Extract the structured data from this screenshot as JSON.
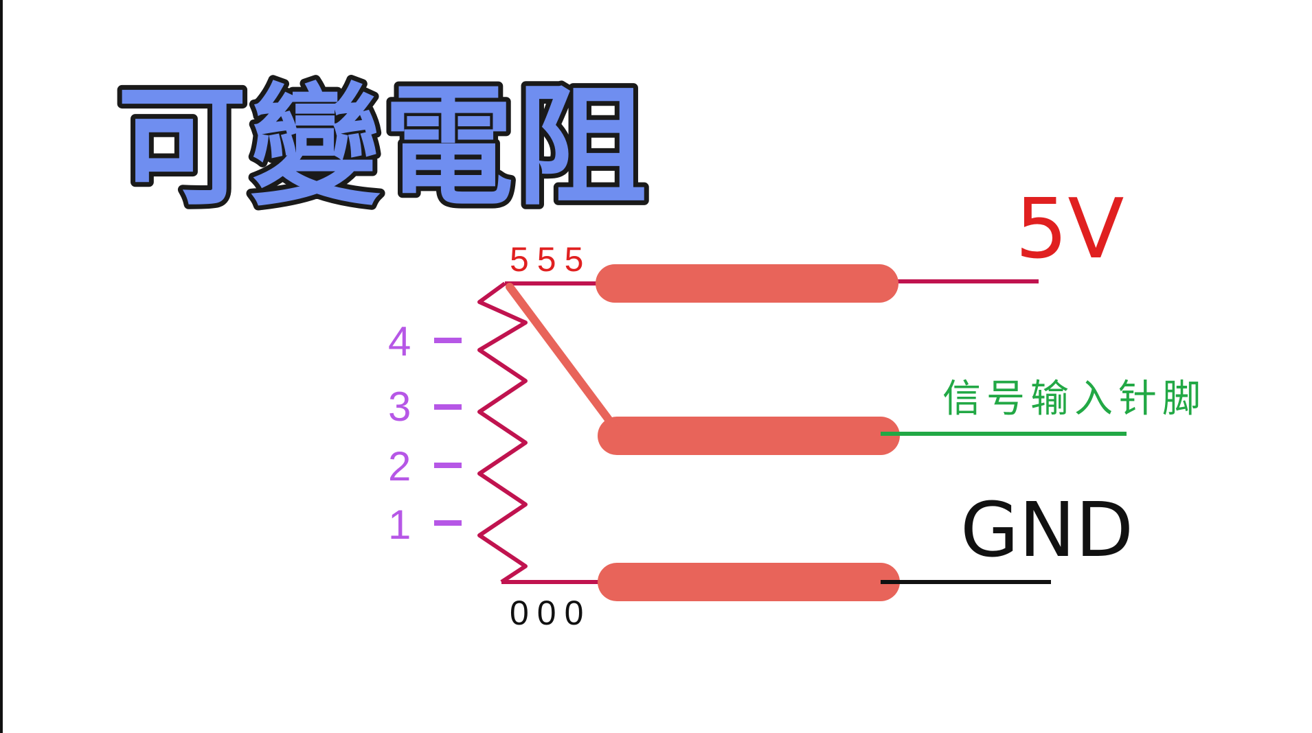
{
  "title": "可變電阻",
  "labels": {
    "vcc": "5V",
    "signal": "信号输入针脚",
    "ground": "GND",
    "top_pins": "555",
    "bottom_pins": "000"
  },
  "scale_levels": [
    "4",
    "3",
    "2",
    "1"
  ],
  "colors": {
    "title_fill": "#6f8ef0",
    "title_outline": "#1a1a1a",
    "vcc_red": "#e02020",
    "wire_crimson": "#c0134f",
    "bar_salmon": "#e8645a",
    "signal_green": "#22a845",
    "level_purple": "#b657e6",
    "ground_black": "#111111"
  }
}
